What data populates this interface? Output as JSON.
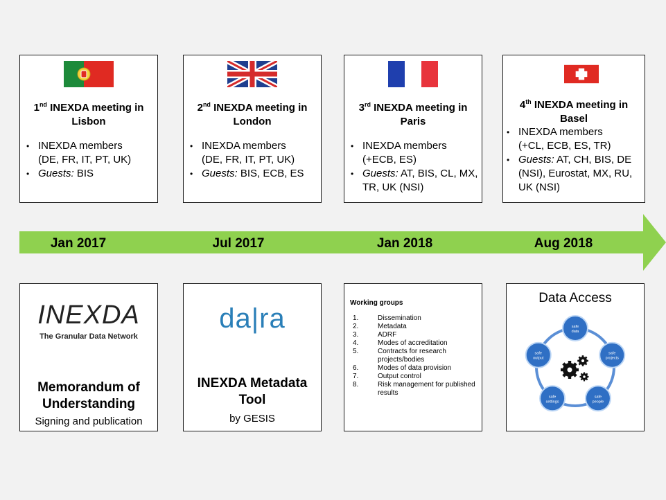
{
  "meetings": [
    {
      "flag": "portugal-flag",
      "ordinal": "1",
      "suffix": "nd",
      "title": "INEXDA meeting in",
      "city": "Lisbon",
      "members_label": "INEXDA members",
      "members_list": "(DE, FR, IT, PT, UK)",
      "guests_label": "Guests:",
      "guests_list": "BIS"
    },
    {
      "flag": "uk-flag",
      "ordinal": "2",
      "suffix": "nd",
      "title": "INEXDA meeting in",
      "city": "London",
      "members_label": "INEXDA members",
      "members_list": "(DE, FR, IT, PT, UK)",
      "guests_label": "Guests:",
      "guests_list": "BIS, ECB, ES"
    },
    {
      "flag": "france-flag",
      "ordinal": "3",
      "suffix": "rd",
      "title": "INEXDA meeting in",
      "city": "Paris",
      "members_label": "INEXDA members",
      "members_list": "(+ECB, ES)",
      "guests_label": "Guests:",
      "guests_list": "AT, BIS, CL, MX, TR, UK (NSI)"
    },
    {
      "flag": "switzerland-flag",
      "ordinal": "4",
      "suffix": "th",
      "title": "INEXDA meeting in",
      "city": "Basel",
      "members_label": "INEXDA members",
      "members_list": "(+CL, ECB, ES, TR)",
      "guests_label": "Guests:",
      "guests_list": "AT, CH, BIS, DE (NSI), Eurostat, MX, RU, UK (NSI)"
    }
  ],
  "timeline": {
    "dates": [
      "Jan 2017",
      "Jul 2017",
      "Jan 2018",
      "Aug 2018"
    ],
    "arrow_color": "#8fd14f"
  },
  "cards": {
    "mou": {
      "logo_text": "INEXDA",
      "logo_tagline": "The Granular Data Network",
      "title_line1": "Memorandum of",
      "title_line2": "Understanding",
      "subtitle": "Signing and publication"
    },
    "metadata": {
      "logo_text": "da|ra",
      "title_line1": "INEXDA Metadata",
      "title_line2": "Tool",
      "subtitle": "by GESIS"
    },
    "working_groups": {
      "title": "Working groups",
      "items": [
        {
          "n": "1.",
          "text": "Dissemination"
        },
        {
          "n": "2.",
          "text": "Metadata"
        },
        {
          "n": "3.",
          "text": "ADRF"
        },
        {
          "n": "4.",
          "text": "Modes of accreditation"
        },
        {
          "n": "5.",
          "text": "Contracts for research projects/bodies"
        },
        {
          "n": "6.",
          "text": "Modes of data provision"
        },
        {
          "n": "7.",
          "text": "Output control"
        },
        {
          "n": "8.",
          "text": "Risk management for published results"
        }
      ]
    },
    "data_access": {
      "title": "Data Access",
      "nodes": [
        "safe data",
        "safe projects",
        "safe people",
        "safe settings",
        "safe output"
      ],
      "icon": "gears-icon"
    }
  }
}
